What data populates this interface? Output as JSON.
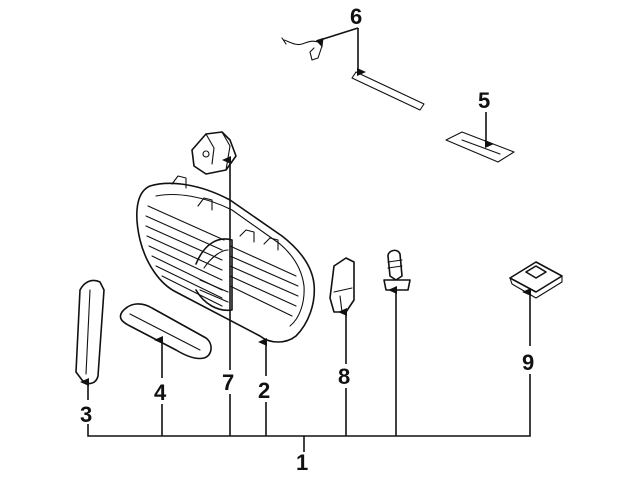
{
  "callouts": [
    {
      "id": "1",
      "text": "1"
    },
    {
      "id": "2",
      "text": "2"
    },
    {
      "id": "3",
      "text": "3"
    },
    {
      "id": "4",
      "text": "4"
    },
    {
      "id": "5",
      "text": "5"
    },
    {
      "id": "6",
      "text": "6"
    },
    {
      "id": "7",
      "text": "7"
    },
    {
      "id": "8",
      "text": "8"
    },
    {
      "id": "9",
      "text": "9"
    }
  ],
  "parts": [
    {
      "callout": "1",
      "icon": "assembly-bracket"
    },
    {
      "callout": "2",
      "icon": "grille-icon"
    },
    {
      "callout": "3",
      "icon": "side-molding-icon"
    },
    {
      "callout": "4",
      "icon": "lower-molding-icon"
    },
    {
      "callout": "5",
      "icon": "emblem-plate-icon"
    },
    {
      "callout": "6",
      "icon": "wire-and-strip-icon"
    },
    {
      "callout": "7",
      "icon": "bracket-icon"
    },
    {
      "callout": "8",
      "icon": "clip-icon"
    },
    {
      "callout": "9",
      "icon": "nut-icon"
    }
  ]
}
